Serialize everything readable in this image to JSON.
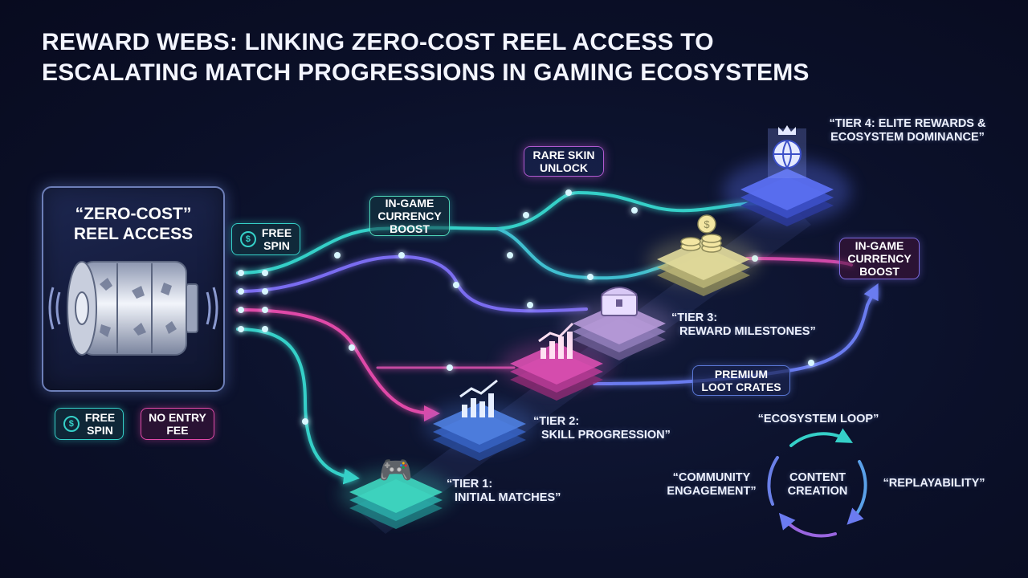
{
  "title": {
    "line1": "REWARD WEBS: LINKING ZERO-COST REEL ACCESS TO",
    "line2": "ESCALATING MATCH PROGRESSIONS IN GAMING ECOSYSTEMS"
  },
  "reel_panel": {
    "line1": "“ZERO-COST”",
    "line2": "REEL ACCESS"
  },
  "badges": {
    "free_spin_top": {
      "line1": "FREE",
      "line2": "SPIN",
      "icon": "dollar-coin-icon"
    },
    "free_spin_bottom": {
      "line1": "FREE",
      "line2": "SPIN",
      "icon": "dollar-coin-icon"
    },
    "no_entry_fee": {
      "line1": "NO ENTRY",
      "line2": "FEE"
    },
    "currency_boost_top": {
      "line1": "IN-GAME",
      "line2": "CURRENCY",
      "line3": "BOOST"
    },
    "currency_boost_right": {
      "line1": "IN-GAME",
      "line2": "CURRENCY",
      "line3": "BOOST"
    },
    "rare_skin": {
      "line1": "RARE SKIN",
      "line2": "UNLOCK"
    },
    "loot_crates": {
      "line1": "PREMIUM",
      "line2": "LOOT CRATES"
    }
  },
  "tiers": [
    {
      "line1": "“TIER 1:",
      "line2": "INITIAL MATCHES”",
      "icon": "gamepad-icon",
      "color": "#3fd7c0"
    },
    {
      "line1": "“TIER 2:",
      "line2": "SKILL PROGRESSION”",
      "icon": "bar-chart-icon",
      "color": "#4f7fe0"
    },
    {
      "line1": "",
      "line2": "",
      "icon": "rising-chart-icon",
      "color": "#d94fb0"
    },
    {
      "line1": "“TIER 3:",
      "line2": "REWARD MILESTONES”",
      "icon": "treasure-chest-icon",
      "color": "#b79ad8"
    },
    {
      "line1": "",
      "line2": "",
      "icon": "coin-stack-icon",
      "color": "#d8cf8a"
    },
    {
      "line1": "“TIER 4: ELITE REWARDS &",
      "line2": "ECOSYSTEM DOMINANCE”",
      "icon": "crowned-globe-icon",
      "color": "#5a6ff0"
    }
  ],
  "loop": {
    "top": "“ECOSYSTEM LOOP”",
    "center_line1": "CONTENT",
    "center_line2": "CREATION",
    "left_line1": "“COMMUNITY",
    "left_line2": "ENGAGEMENT”",
    "right": "“REPLAYABILITY”"
  },
  "colors": {
    "teal": "#35d0c8",
    "purple": "#7a6cf0",
    "pink": "#e04aa8",
    "blue": "#4f7fe0",
    "background": "#0b1029"
  }
}
